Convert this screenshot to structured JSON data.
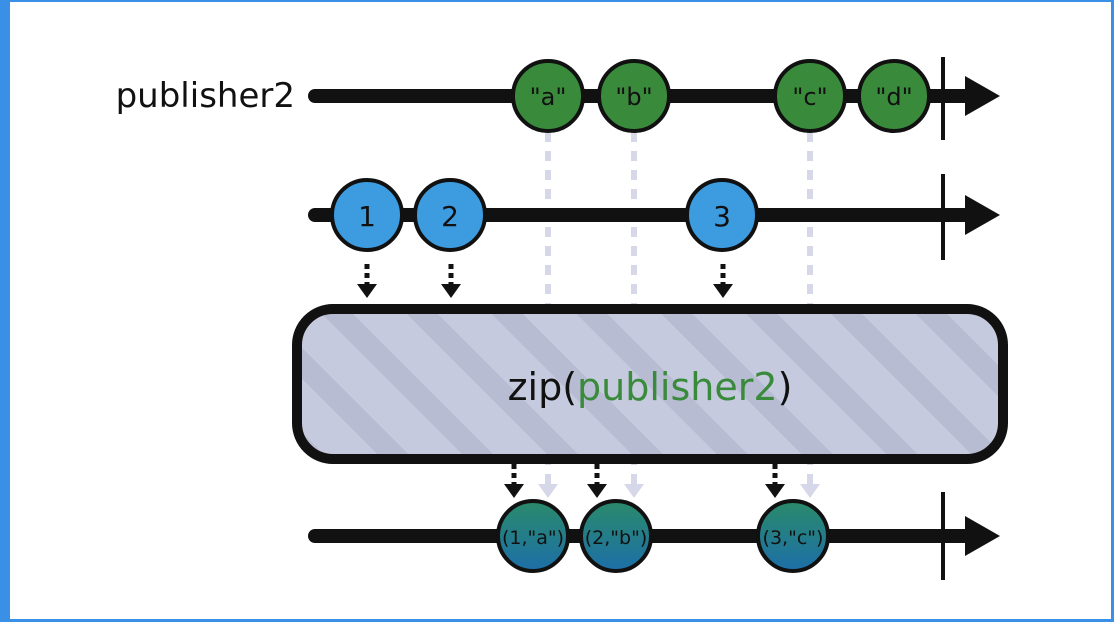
{
  "diagram": {
    "publisher2_label": "publisher2",
    "operator": {
      "prefix": "zip(",
      "argument": "publisher2",
      "suffix": ")"
    },
    "publisher2_values": [
      "\"a\"",
      "\"b\"",
      "\"c\"",
      "\"d\""
    ],
    "source_values": [
      "1",
      "2",
      "3"
    ],
    "output_values": [
      "(1,\"a\")",
      "(2,\"b\")",
      "(3,\"c\")"
    ],
    "colors": {
      "line": "#111111",
      "green_marble": "#3a8a3c",
      "blue_marble": "#3d9be0",
      "output_marble_top": "#2a8a6a",
      "output_marble_bottom": "#1d6fa8",
      "operator_box": "#c4c9de",
      "operator_argument": "#3a8a3c",
      "dashed": "#d6d8ea"
    }
  }
}
